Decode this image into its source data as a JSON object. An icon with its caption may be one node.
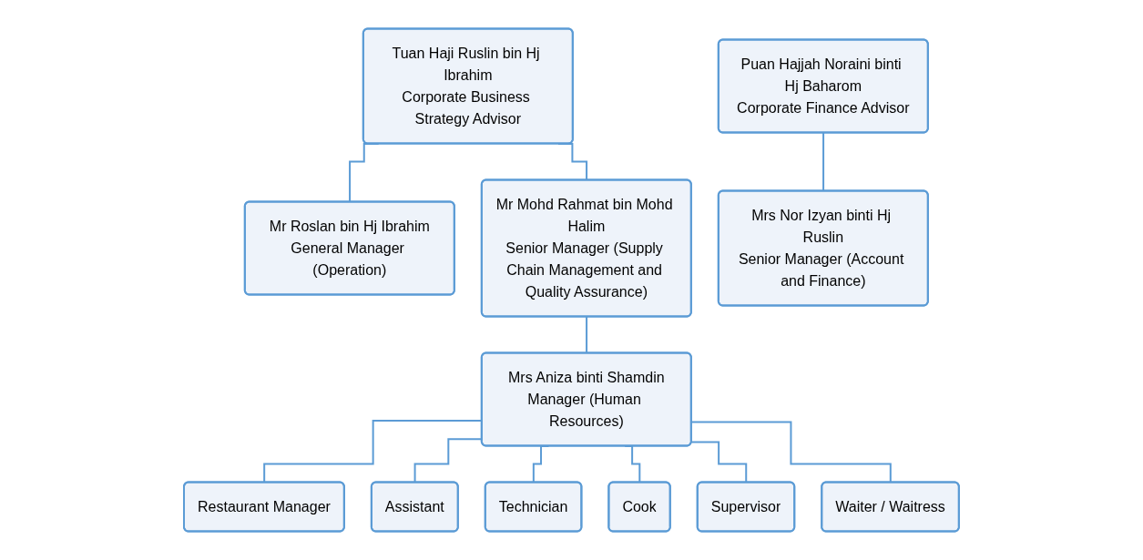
{
  "diagram": {
    "nodes": [
      {
        "text": [
          "Tuan Haji Ruslin bin Hj Ibrahim",
          "Corporate Business Strategy Advisor"
        ]
      },
      {
        "text": [
          "Puan Hajjah Noraini binti Hj Baharom",
          "Corporate Finance Advisor"
        ]
      },
      {
        "text": [
          "Mr Roslan bin Hj Ibrahim",
          "General Manager (Operation)"
        ]
      },
      {
        "text": [
          "Mr Mohd Rahmat bin Mohd Halim",
          "Senior Manager (Supply Chain Management and Quality Assurance)"
        ]
      },
      {
        "text": [
          "Mrs Nor Izyan binti Hj Ruslin",
          "Senior Manager (Account and Finance)"
        ]
      },
      {
        "text": [
          "Mrs Aniza binti Shamdin",
          "Manager (Human Resources)"
        ]
      },
      {
        "text": [
          "Restaurant Manager"
        ]
      },
      {
        "text": [
          "Assistant"
        ]
      },
      {
        "text": [
          "Technician"
        ]
      },
      {
        "text": [
          "Cook"
        ]
      },
      {
        "text": [
          "Supervisor"
        ]
      },
      {
        "text": [
          "Waiter / Waitress"
        ]
      }
    ],
    "edges": [
      {
        "from": 0,
        "to": 2,
        "arrow": "none"
      },
      {
        "from": 0,
        "to": 3,
        "arrow": "none"
      },
      {
        "from": 1,
        "to": 4,
        "arrow": "none"
      },
      {
        "from": 3,
        "to": 5,
        "arrow": "none"
      },
      {
        "from": 5,
        "to": 6,
        "arrow": "none"
      },
      {
        "from": 5,
        "to": 7,
        "arrow": "none"
      },
      {
        "from": 5,
        "to": 8,
        "arrow": "none"
      },
      {
        "from": 5,
        "to": 9,
        "arrow": "none"
      },
      {
        "from": 5,
        "to": 10,
        "arrow": "none"
      },
      {
        "from": 5,
        "to": 11,
        "arrow": "none"
      }
    ]
  }
}
